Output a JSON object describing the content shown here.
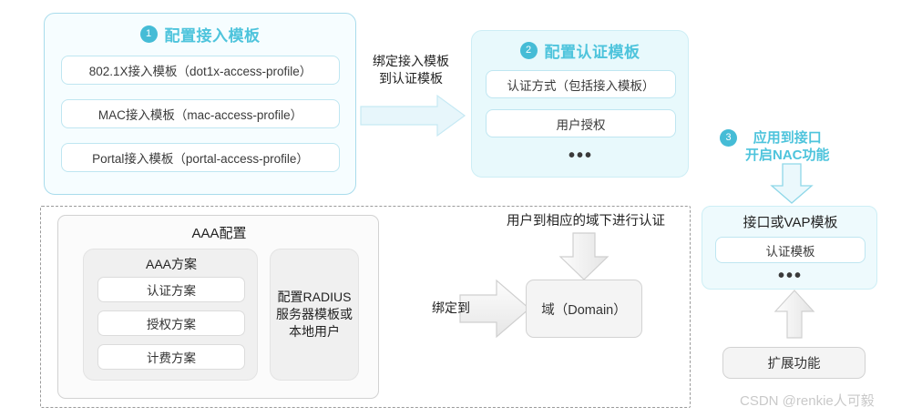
{
  "step1": {
    "number": "1",
    "title": "配置接入模板",
    "items": [
      "802.1X接入模板（dot1x-access-profile）",
      "MAC接入模板（mac-access-profile）",
      "Portal接入模板（portal-access-profile）"
    ]
  },
  "arrow_1_to_2": {
    "label_line1": "绑定接入模板",
    "label_line2": "到认证模板",
    "icon": "arrow-right-icon",
    "color": "#ddf2f9"
  },
  "step2": {
    "number": "2",
    "title": "配置认证模板",
    "items": [
      "认证方式（包括接入模板）",
      "用户授权"
    ],
    "ellipsis": "•••"
  },
  "step3": {
    "number": "3",
    "title_line1": "应用到接口",
    "title_line2": "开启NAC功能",
    "icon": "arrow-down-icon",
    "panel_title": "接口或VAP模板",
    "panel_item": "认证模板",
    "ellipsis": "•••"
  },
  "aaa": {
    "title": "AAA配置",
    "scheme_group_title": "AAA方案",
    "schemes": [
      "认证方案",
      "授权方案",
      "计费方案"
    ],
    "radius_box_lines": [
      "配置RADIUS",
      "服务器模板或",
      "本地用户"
    ]
  },
  "bind": {
    "label": "绑定到",
    "icon": "arrow-right-icon"
  },
  "domain": {
    "top_label": "用户到相应的域下进行认证",
    "arrow_icon": "arrow-down-icon",
    "box_label": "域（Domain）"
  },
  "extend": {
    "label": "扩展功能",
    "arrow_icon": "arrow-up-icon"
  },
  "watermark": {
    "text": "CSDN @renkie人可毅"
  },
  "colors": {
    "accent": "#4ec4dc",
    "badge": "#45bcd6",
    "panel_border": "#a9dcec",
    "panel2_bg": "#e8f9fc",
    "gray_line": "#d2d2d2"
  }
}
